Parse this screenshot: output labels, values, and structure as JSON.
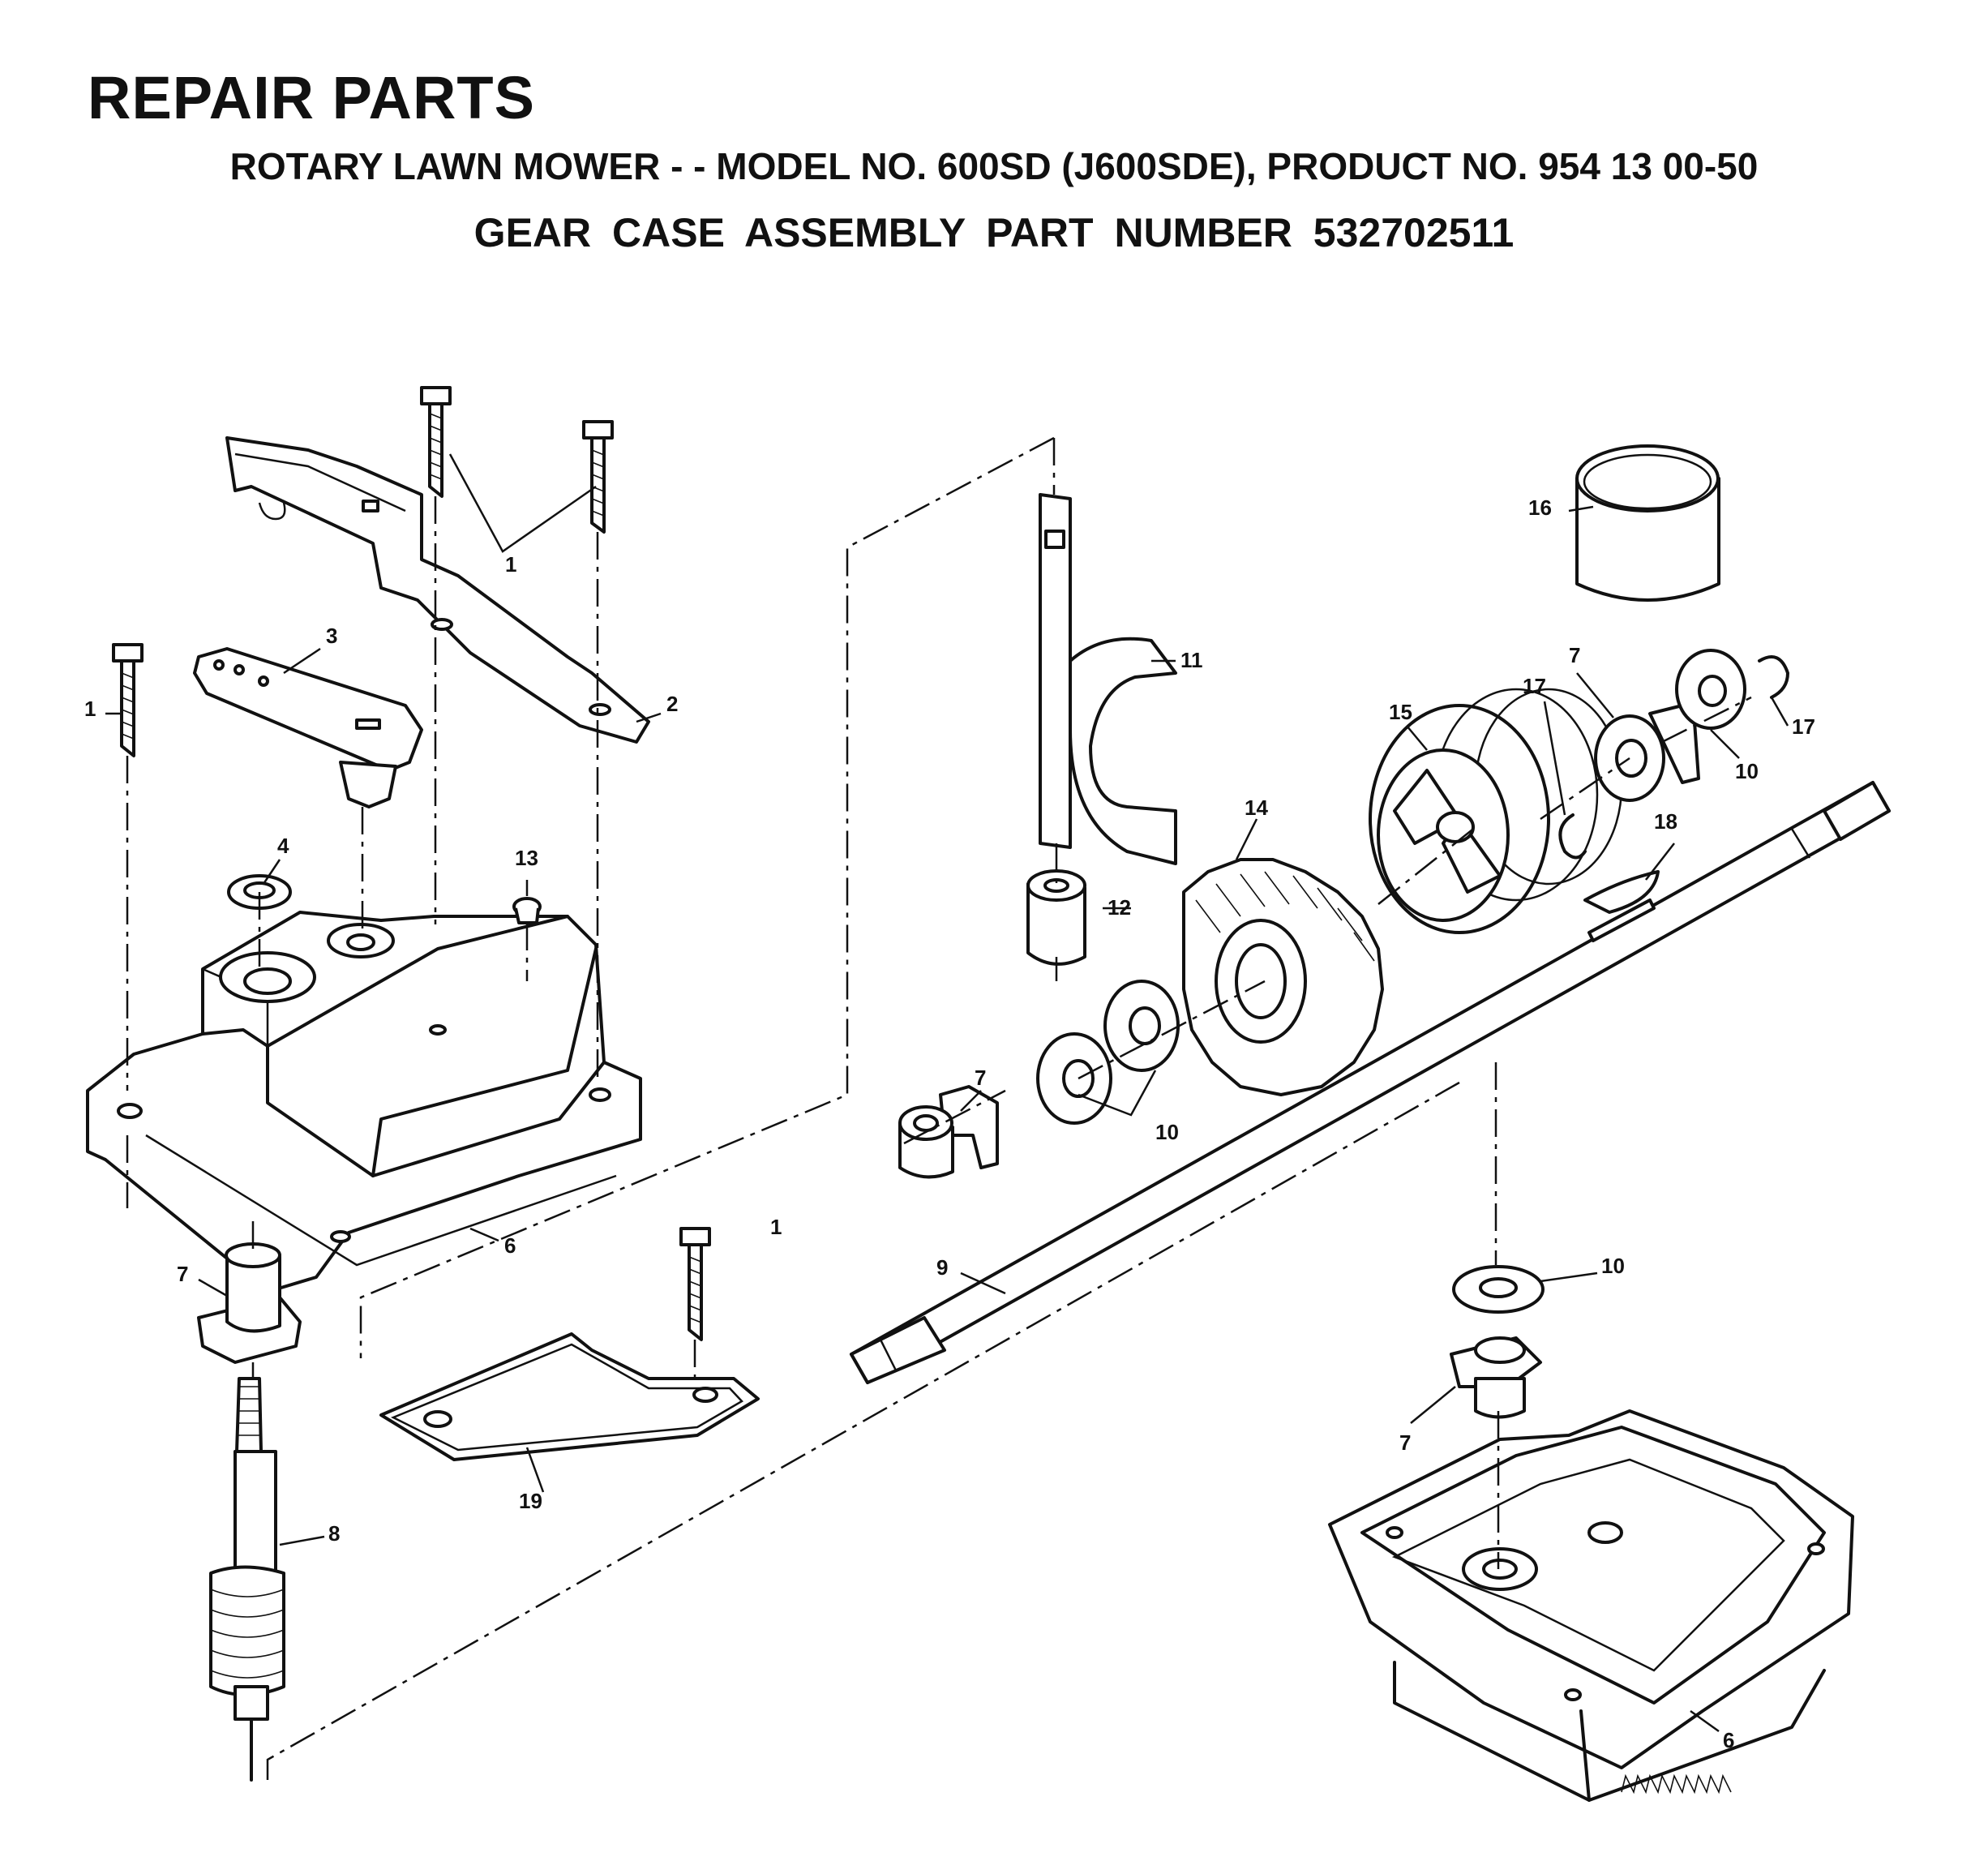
{
  "header": {
    "title": "REPAIR PARTS",
    "subtitle": "ROTARY LAWN MOWER - - MODEL NO. 600SD (J600SDE),  PRODUCT NO.  954 13 00-50",
    "assembly": "GEAR  CASE  ASSEMBLY  PART  NUMBER    532702511"
  },
  "callouts": [
    {
      "id": "c1a",
      "text": "1"
    },
    {
      "id": "c1b",
      "text": "1"
    },
    {
      "id": "c1c",
      "text": "1"
    },
    {
      "id": "c2",
      "text": "2"
    },
    {
      "id": "c3",
      "text": "3"
    },
    {
      "id": "c4",
      "text": "4"
    },
    {
      "id": "c6a",
      "text": "6"
    },
    {
      "id": "c6b",
      "text": "6"
    },
    {
      "id": "c7a",
      "text": "7"
    },
    {
      "id": "c7b",
      "text": "7"
    },
    {
      "id": "c7c",
      "text": "7"
    },
    {
      "id": "c7d",
      "text": "7"
    },
    {
      "id": "c8",
      "text": "8"
    },
    {
      "id": "c9",
      "text": "9"
    },
    {
      "id": "c10a",
      "text": "10"
    },
    {
      "id": "c10b",
      "text": "10"
    },
    {
      "id": "c10c",
      "text": "10"
    },
    {
      "id": "c11",
      "text": "11"
    },
    {
      "id": "c12",
      "text": "12"
    },
    {
      "id": "c13",
      "text": "13"
    },
    {
      "id": "c14",
      "text": "14"
    },
    {
      "id": "c15",
      "text": "15"
    },
    {
      "id": "c16",
      "text": "16"
    },
    {
      "id": "c17a",
      "text": "17"
    },
    {
      "id": "c17b",
      "text": "17"
    },
    {
      "id": "c18",
      "text": "18"
    },
    {
      "id": "c19",
      "text": "19"
    }
  ]
}
